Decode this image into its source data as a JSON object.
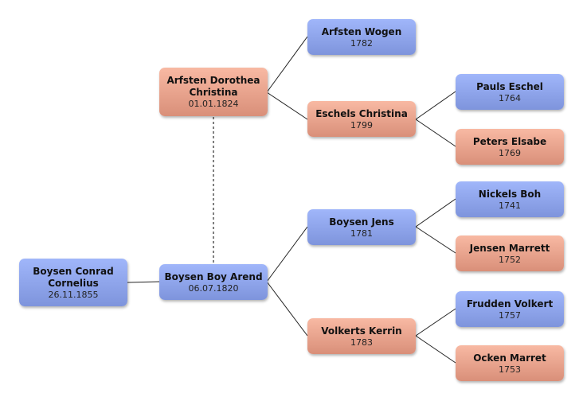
{
  "colors": {
    "male": "#8ea4ea",
    "female": "#eba48e"
  },
  "persons": {
    "root": {
      "name": "Boysen Conrad Cornelius",
      "date": "26.11.1855",
      "sex": "m"
    },
    "father": {
      "name": "Boysen Boy Arend",
      "date": "06.07.1820",
      "sex": "m"
    },
    "mother": {
      "name": "Arfsten Dorothea Christina",
      "date": "01.01.1824",
      "sex": "f"
    },
    "mf": {
      "name": "Arfsten Wogen",
      "date": "1782",
      "sex": "m"
    },
    "mm": {
      "name": "Eschels Christina",
      "date": "1799",
      "sex": "f"
    },
    "mmf": {
      "name": "Pauls Eschel",
      "date": "1764",
      "sex": "m"
    },
    "mmm": {
      "name": "Peters Elsabe",
      "date": "1769",
      "sex": "f"
    },
    "ff": {
      "name": "Boysen Jens",
      "date": "1781",
      "sex": "m"
    },
    "fff": {
      "name": "Nickels Boh",
      "date": "1741",
      "sex": "m"
    },
    "ffm": {
      "name": "Jensen Marrett",
      "date": "1752",
      "sex": "f"
    },
    "fm": {
      "name": "Volkerts Kerrin",
      "date": "1783",
      "sex": "f"
    },
    "fmf": {
      "name": "Frudden Volkert",
      "date": "1757",
      "sex": "m"
    },
    "fmm": {
      "name": "Ocken Marret",
      "date": "1753",
      "sex": "f"
    }
  }
}
